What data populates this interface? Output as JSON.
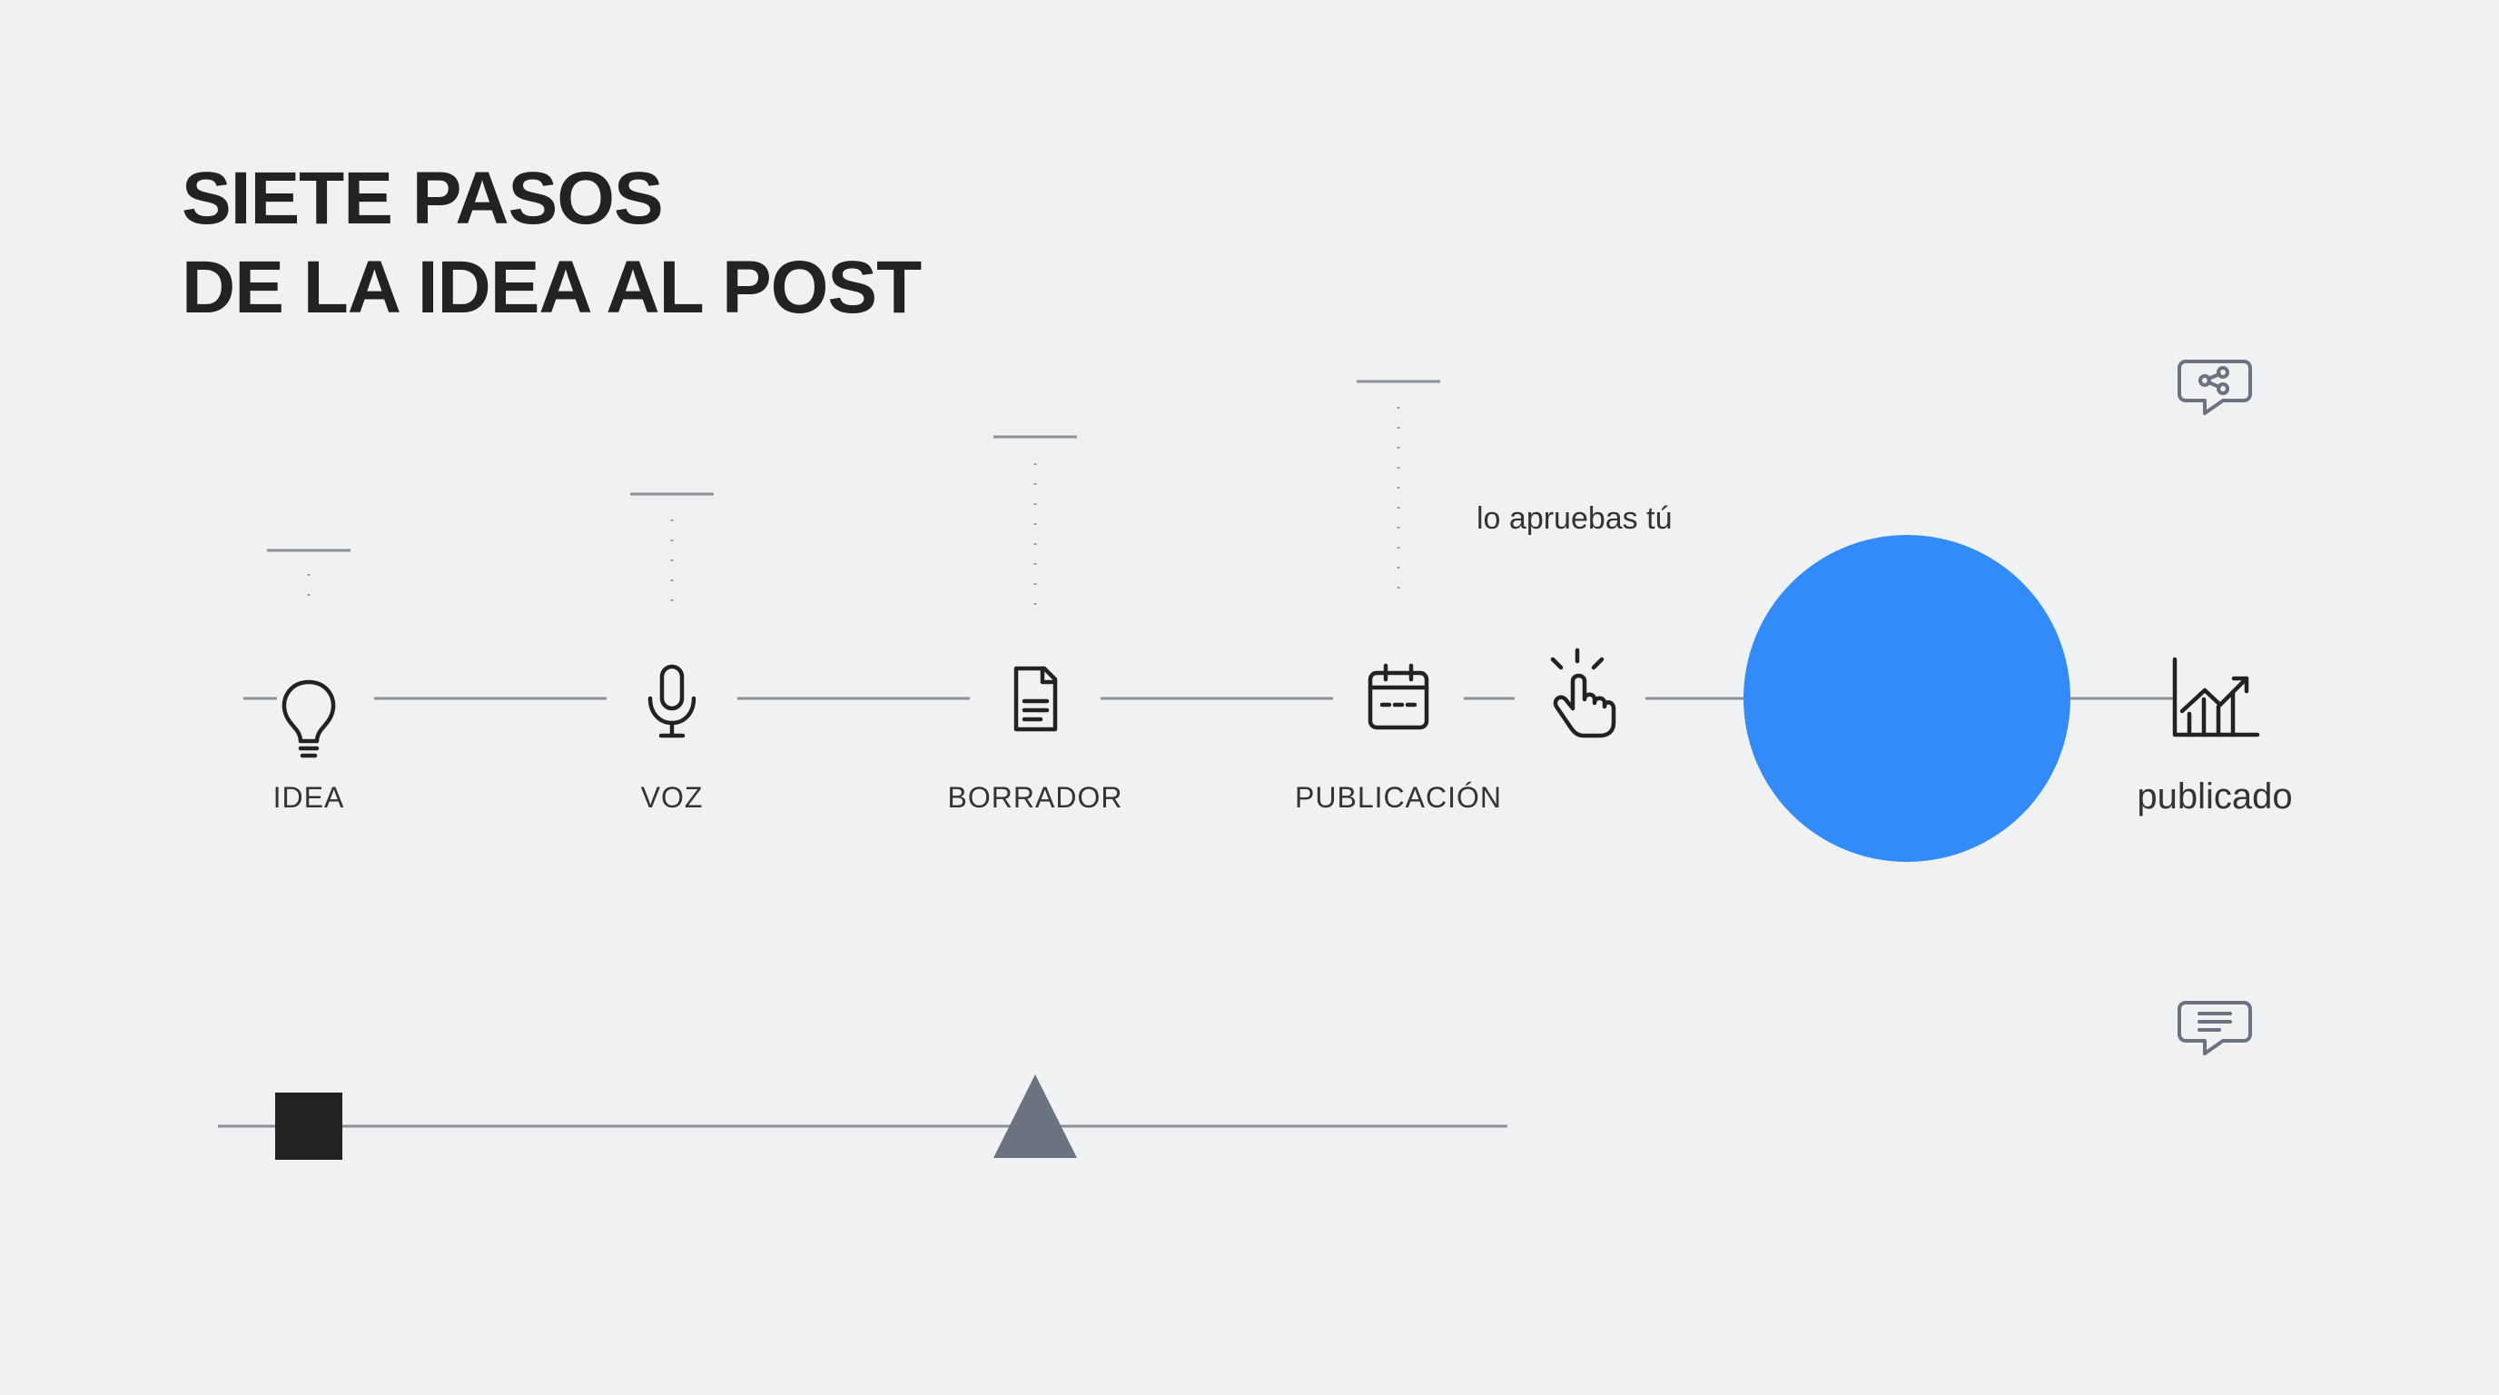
{
  "title": {
    "line1": "SIETE PASOS",
    "line2": "DE LA IDEA AL POST"
  },
  "steps": [
    {
      "label": "IDEA",
      "icon": "lightbulb-icon"
    },
    {
      "label": "VOZ",
      "icon": "microphone-icon"
    },
    {
      "label": "BORRADOR",
      "icon": "document-icon"
    },
    {
      "label": "PUBLICACIÓN",
      "icon": "calendar-icon"
    }
  ],
  "approval": {
    "note": "lo apruebas tú",
    "icon": "tap-hand-icon"
  },
  "result": {
    "label": "publicado",
    "icon": "growth-chart-icon"
  },
  "side_icons": [
    "share-chat-icon",
    "message-chat-icon"
  ],
  "colors": {
    "background": "#f0f1f3",
    "accent": "#338bf7",
    "ink": "#222222",
    "line": "#8c9099",
    "marker_triangle": "#6b7280"
  }
}
